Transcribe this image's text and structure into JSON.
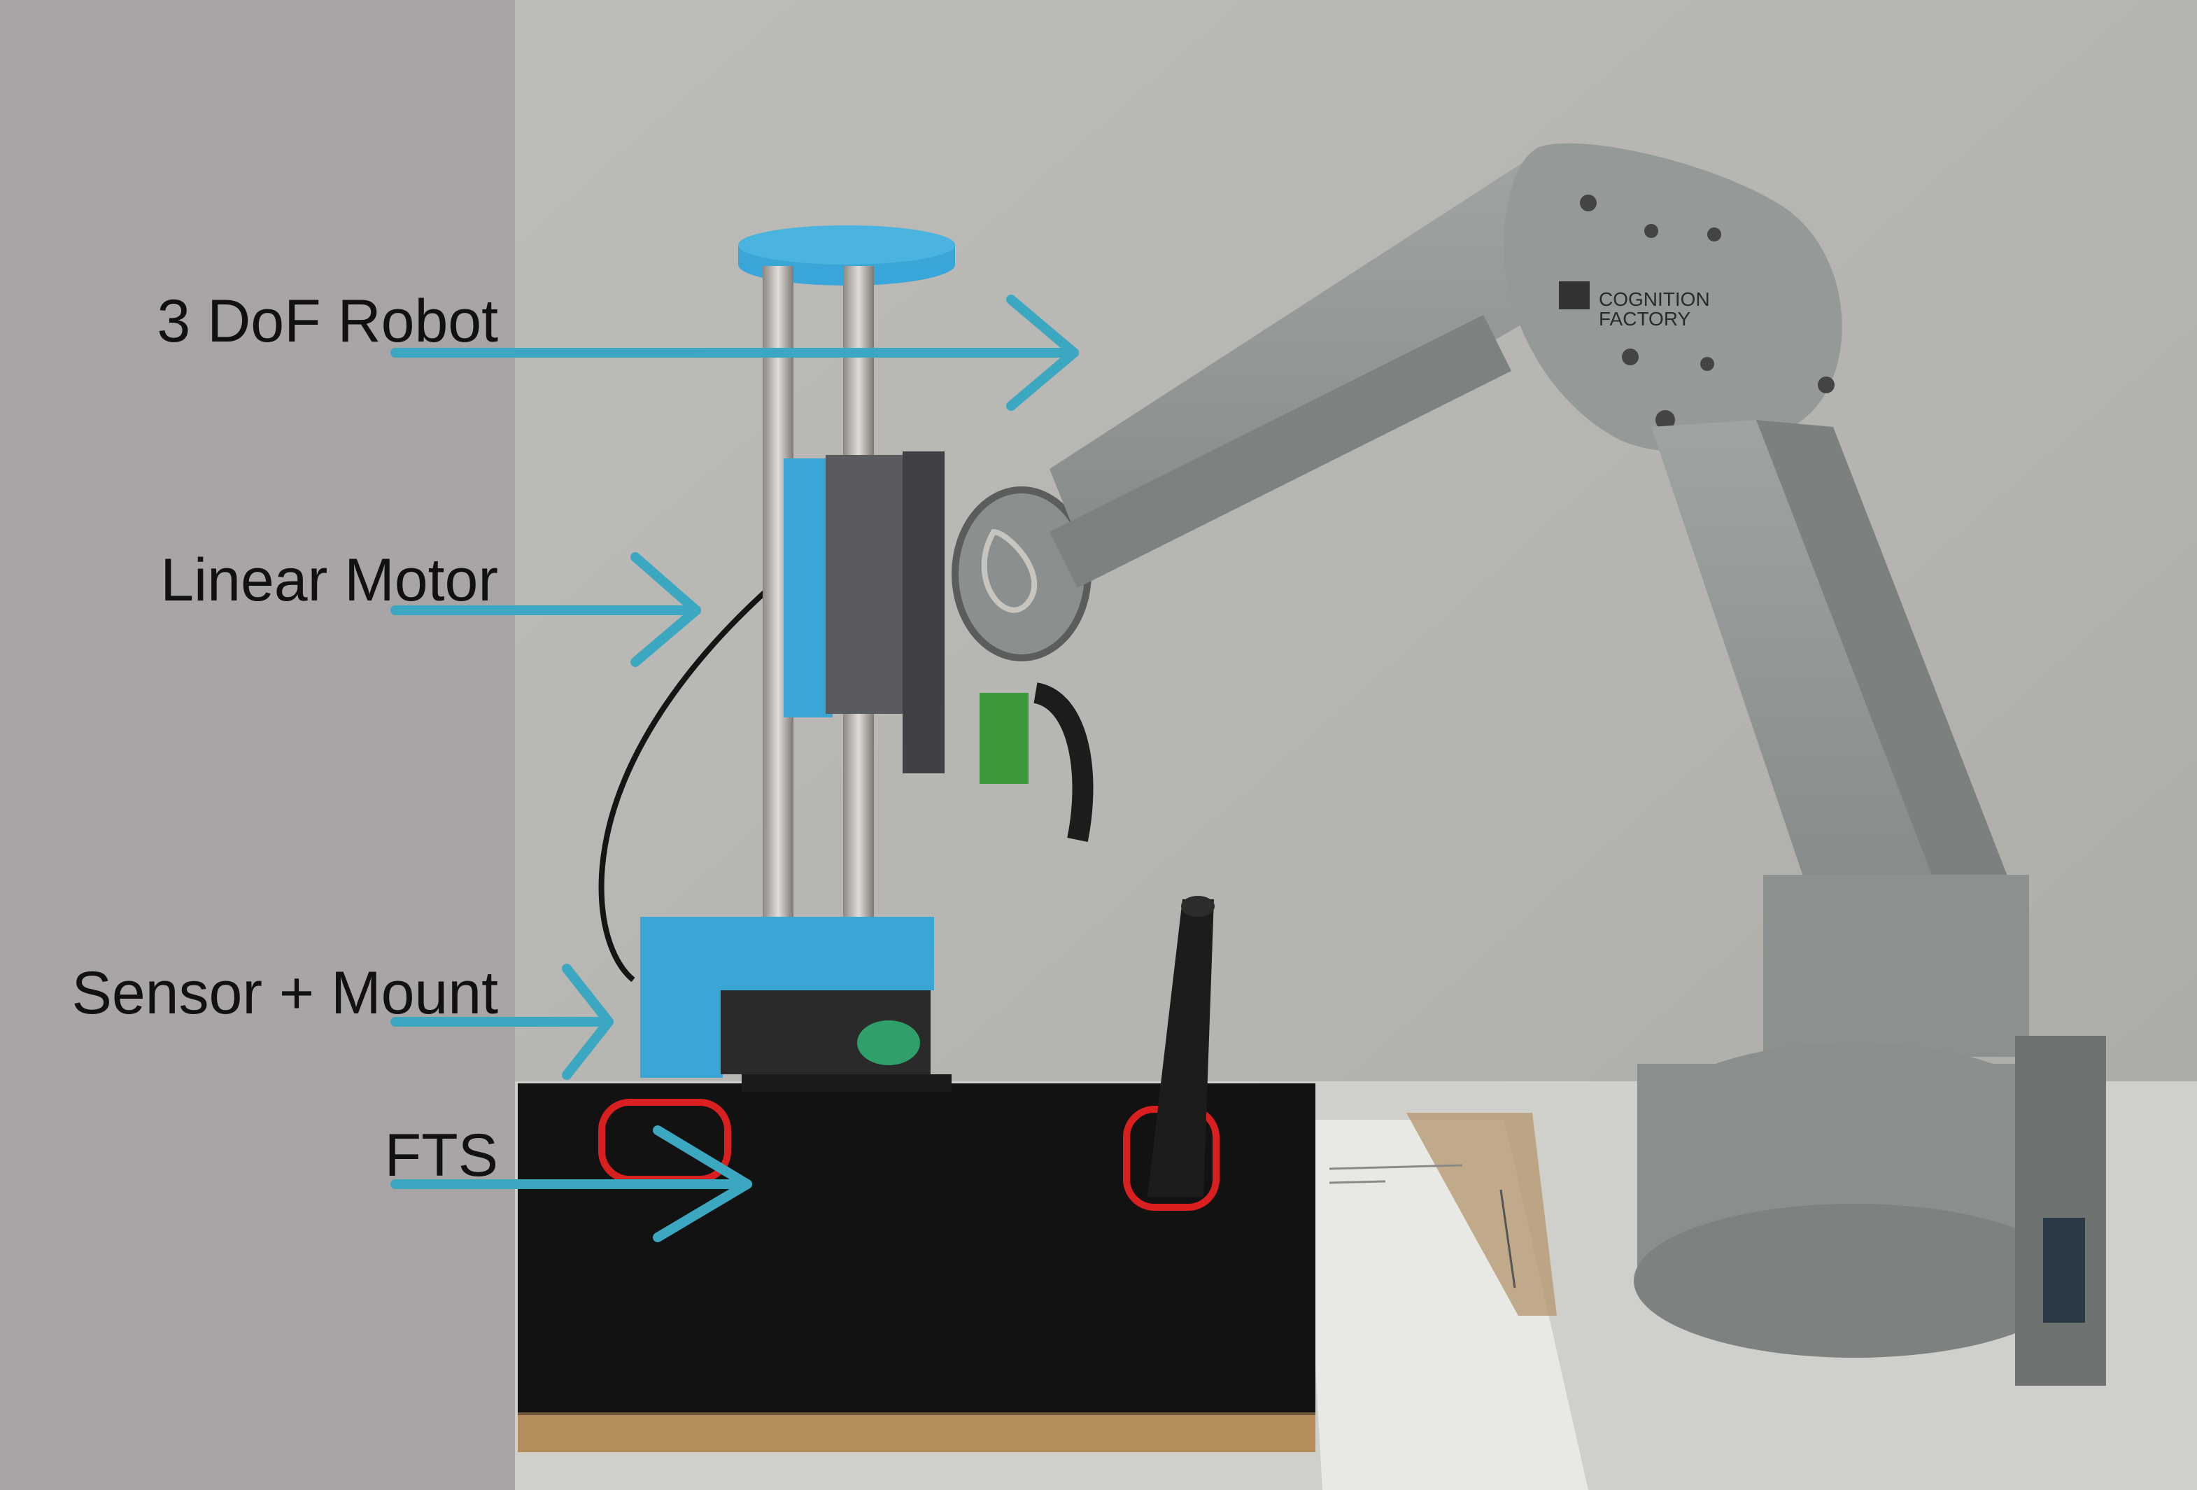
{
  "figure": {
    "labels": {
      "robot": "3 DoF Robot",
      "motor": "Linear Motor",
      "sensor": "Sensor + Mount",
      "fts": "FTS"
    },
    "logo": {
      "line1": "COGNITION",
      "line2": "FACTORY"
    },
    "colors": {
      "left_panel": "#a9a4a5",
      "wall": "#b9b9b6",
      "arrow": "#3ca7c0",
      "printed_parts": "#3aa6d6",
      "robot_arm": "#8f9392",
      "base_pad": "#111111",
      "highlight_outline": "#d91f1f"
    }
  }
}
